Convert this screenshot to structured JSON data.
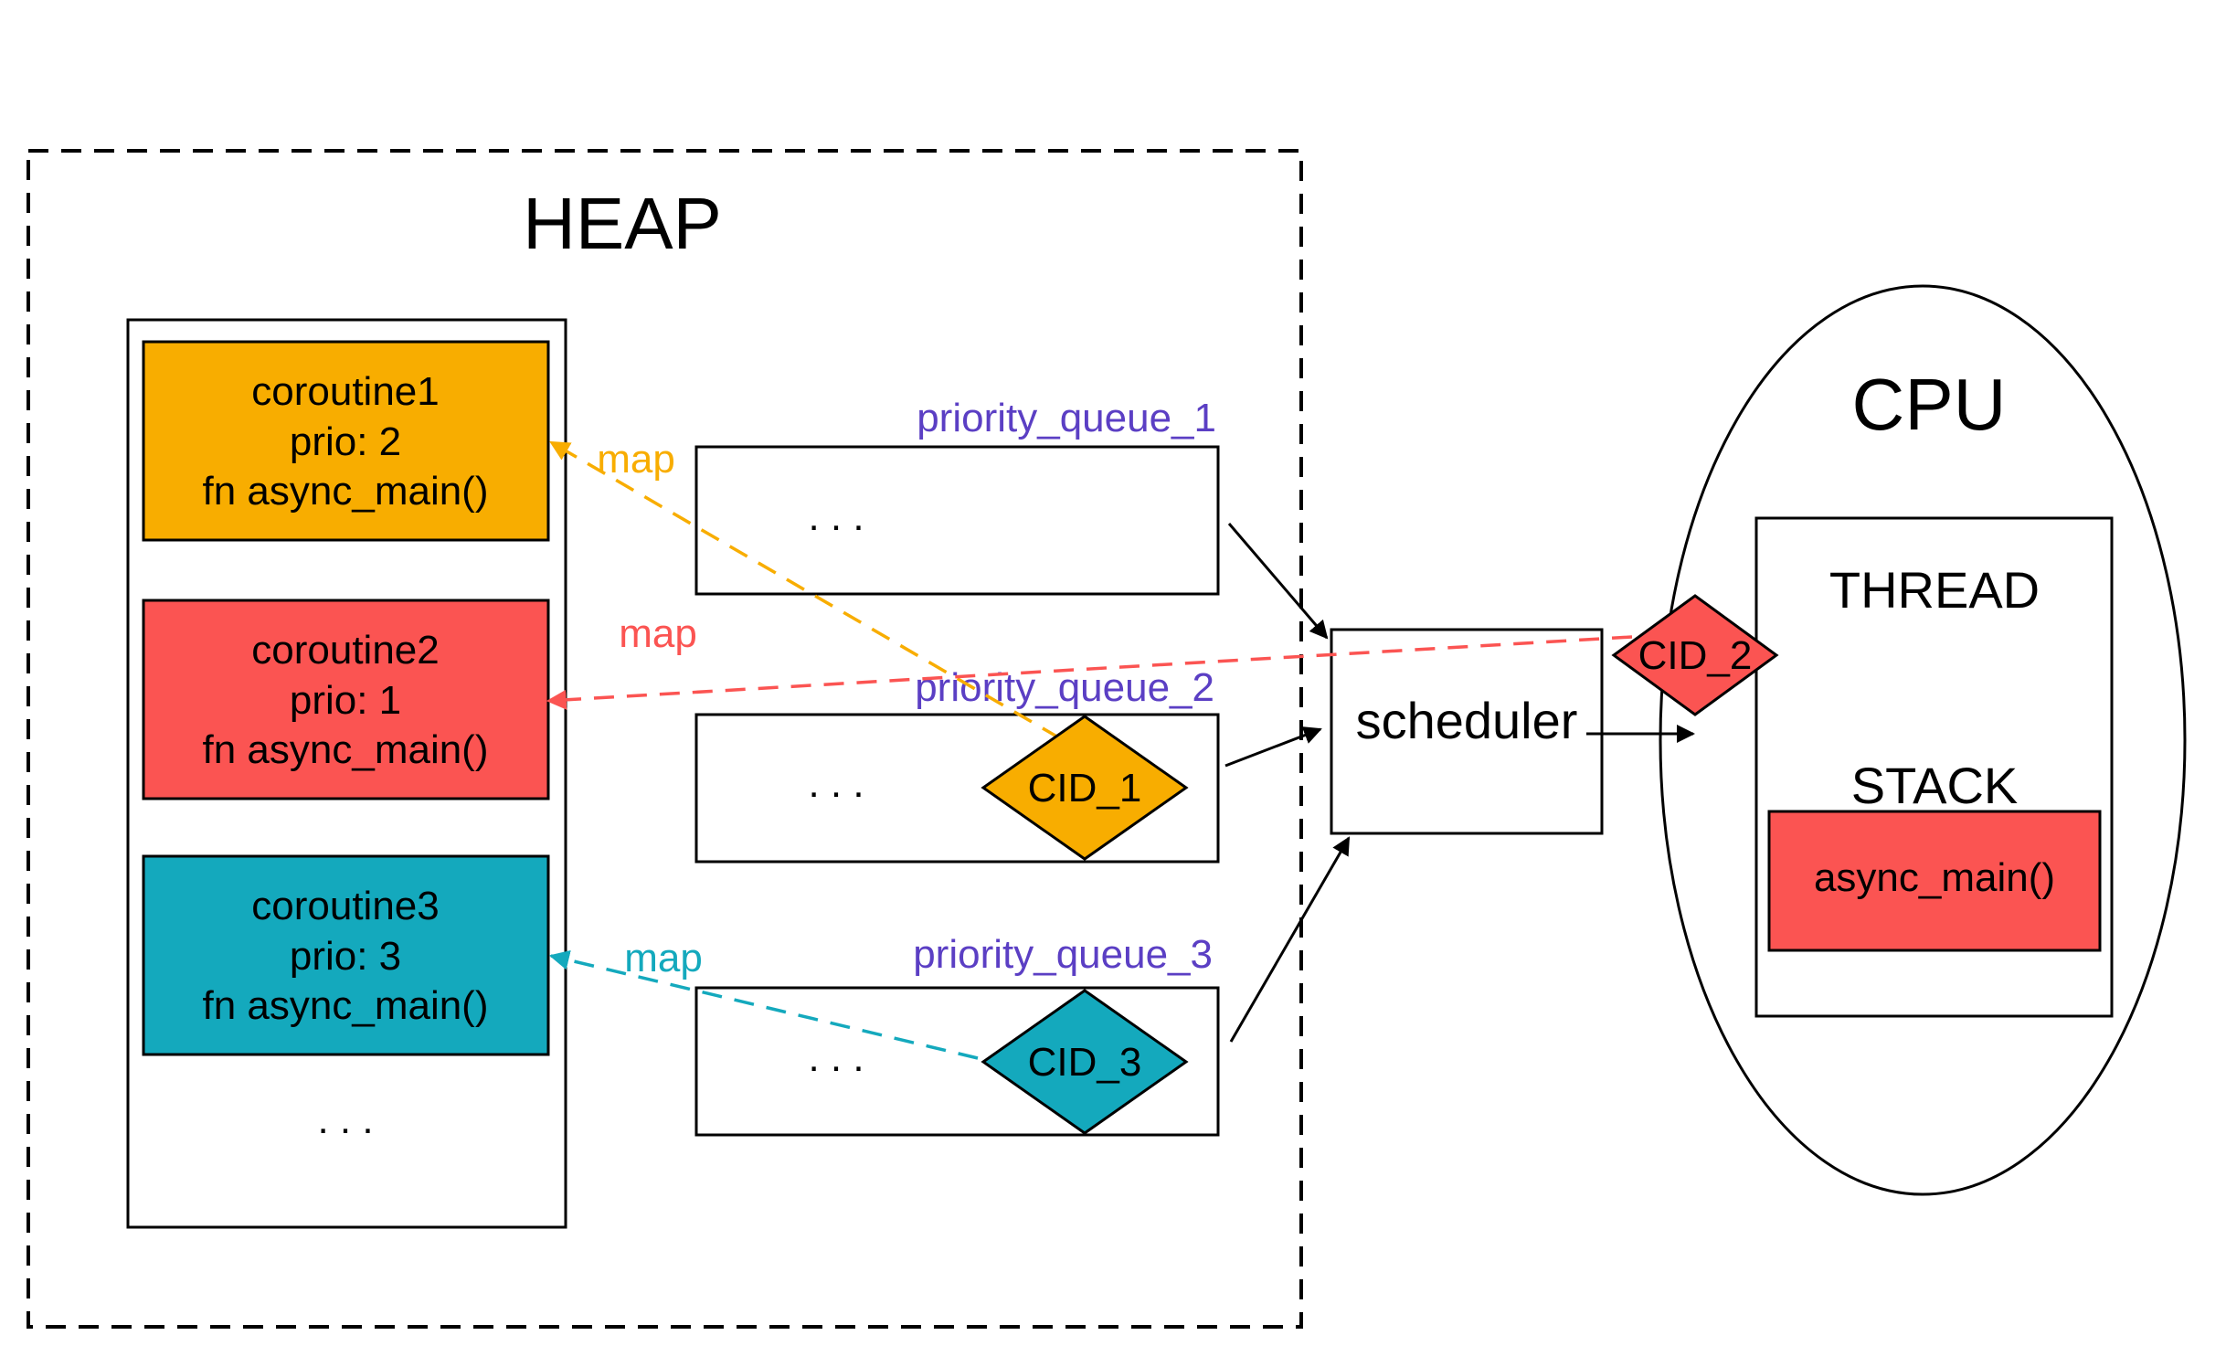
{
  "heap": {
    "title": "HEAP"
  },
  "coroutines": [
    {
      "name": "coroutine1",
      "prio": "prio: 2",
      "fn": "fn async_main()",
      "color": "#F8AD00"
    },
    {
      "name": "coroutine2",
      "prio": "prio: 1",
      "fn": "fn async_main()",
      "color": "#FB5452"
    },
    {
      "name": "coroutine3",
      "prio": "prio: 3",
      "fn": "fn async_main()",
      "color": "#14A9BD"
    }
  ],
  "coroutine_list_ellipsis": ". . .",
  "queues": [
    {
      "label": "priority_queue_1",
      "ellipsis": ". . ."
    },
    {
      "label": "priority_queue_2",
      "ellipsis": ". . .",
      "cid": "CID_1"
    },
    {
      "label": "priority_queue_3",
      "ellipsis": ". . .",
      "cid": "CID_3"
    }
  ],
  "maps": [
    {
      "label": "map",
      "color": "#F8AD00"
    },
    {
      "label": "map",
      "color": "#FB5452"
    },
    {
      "label": "map",
      "color": "#14A9BD"
    }
  ],
  "scheduler": {
    "label": "scheduler"
  },
  "cpu": {
    "title": "CPU",
    "thread_label": "THREAD",
    "stack_label": "STACK",
    "stack_frame": "async_main()",
    "running_cid": "CID_2"
  },
  "colors": {
    "queue_label": "#5B3FC4",
    "outline": "#000000"
  }
}
